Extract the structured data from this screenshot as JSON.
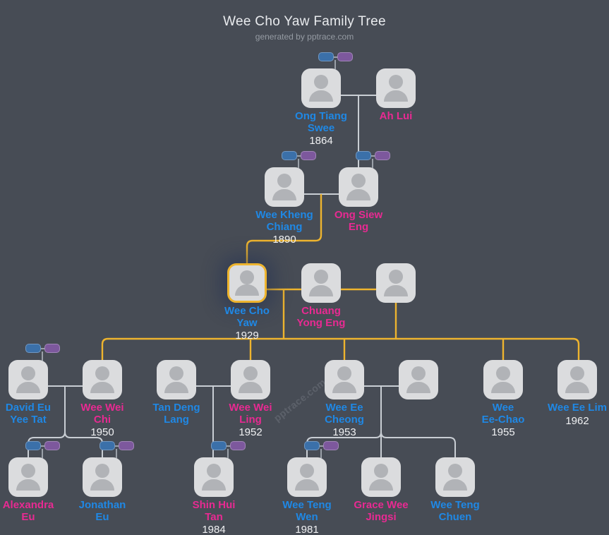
{
  "header": {
    "title": "Wee Cho Yaw Family Tree",
    "subtitle": "generated by pptrace.com"
  },
  "watermark": "pptrace.com",
  "colors": {
    "background": "#474c55",
    "card": "#dbdcde",
    "male_name": "#1f88e5",
    "female_name": "#e82a92",
    "year_text": "#f0f1f3",
    "connector_gray": "#c9ced4",
    "connector_accent": "#eeb42e",
    "father_badge": "#3b70a9",
    "mother_badge": "#7d589d"
  },
  "people": [
    {
      "id": "ong-tiang-swee",
      "name": "Ong Tiang Swee",
      "lines": [
        "Ong Tiang",
        "Swee"
      ],
      "year": "1864",
      "gender": "male",
      "badges": true,
      "highlighted": false
    },
    {
      "id": "ah-lui",
      "name": "Ah Lui",
      "lines": [
        "Ah Lui"
      ],
      "year": "",
      "gender": "female",
      "badges": false,
      "highlighted": false
    },
    {
      "id": "wee-kheng-chiang",
      "name": "Wee Kheng Chiang",
      "lines": [
        "Wee Kheng",
        "Chiang"
      ],
      "year": "1890",
      "gender": "male",
      "badges": true,
      "highlighted": false
    },
    {
      "id": "ong-siew-eng",
      "name": "Ong Siew Eng",
      "lines": [
        "Ong Siew",
        "Eng"
      ],
      "year": "",
      "gender": "female",
      "badges": true,
      "highlighted": false
    },
    {
      "id": "wee-cho-yaw",
      "name": "Wee Cho Yaw",
      "lines": [
        "Wee Cho",
        "Yaw"
      ],
      "year": "1929",
      "gender": "male",
      "badges": false,
      "highlighted": true
    },
    {
      "id": "chuang-yong-eng",
      "name": "Chuang Yong Eng",
      "lines": [
        "Chuang",
        "Yong Eng"
      ],
      "year": "",
      "gender": "female",
      "badges": false,
      "highlighted": false
    },
    {
      "id": "spouse-unnamed-1",
      "name": "",
      "lines": [],
      "year": "",
      "gender": "unknown",
      "badges": false,
      "highlighted": false
    },
    {
      "id": "david-eu-yee-tat",
      "name": "David Eu Yee Tat",
      "lines": [
        "David Eu",
        "Yee Tat"
      ],
      "year": "",
      "gender": "male",
      "badges": true,
      "highlighted": false
    },
    {
      "id": "wee-wei-chi",
      "name": "Wee Wei Chi",
      "lines": [
        "Wee Wei",
        "Chi"
      ],
      "year": "1950",
      "gender": "female",
      "badges": false,
      "highlighted": false
    },
    {
      "id": "tan-deng-lang",
      "name": "Tan Deng Lang",
      "lines": [
        "Tan Deng",
        "Lang"
      ],
      "year": "",
      "gender": "male",
      "badges": false,
      "highlighted": false
    },
    {
      "id": "wee-wei-ling",
      "name": "Wee Wei Ling",
      "lines": [
        "Wee Wei",
        "Ling"
      ],
      "year": "1952",
      "gender": "female",
      "badges": false,
      "highlighted": false
    },
    {
      "id": "wee-ee-cheong",
      "name": "Wee Ee Cheong",
      "lines": [
        "Wee Ee",
        "Cheong"
      ],
      "year": "1953",
      "gender": "male",
      "badges": false,
      "highlighted": false
    },
    {
      "id": "spouse-unnamed-2",
      "name": "",
      "lines": [],
      "year": "",
      "gender": "unknown",
      "badges": false,
      "highlighted": false
    },
    {
      "id": "wee-ee-chao",
      "name": "Wee Ee-Chao",
      "lines": [
        "Wee",
        "Ee-Chao"
      ],
      "year": "1955",
      "gender": "male",
      "badges": false,
      "highlighted": false
    },
    {
      "id": "wee-ee-lim",
      "name": "Wee Ee Lim",
      "lines": [
        "Wee Ee Lim"
      ],
      "year": "1962",
      "gender": "male",
      "badges": false,
      "highlighted": false
    },
    {
      "id": "alexandra-eu",
      "name": "Alexandra Eu",
      "lines": [
        "Alexandra",
        "Eu"
      ],
      "year": "",
      "gender": "female",
      "badges": true,
      "highlighted": false
    },
    {
      "id": "jonathan-eu",
      "name": "Jonathan Eu",
      "lines": [
        "Jonathan",
        "Eu"
      ],
      "year": "",
      "gender": "male",
      "badges": true,
      "highlighted": false
    },
    {
      "id": "shin-hui-tan",
      "name": "Shin Hui Tan",
      "lines": [
        "Shin Hui",
        "Tan"
      ],
      "year": "1984",
      "gender": "female",
      "badges": true,
      "highlighted": false
    },
    {
      "id": "wee-teng-wen",
      "name": "Wee Teng Wen",
      "lines": [
        "Wee Teng",
        "Wen"
      ],
      "year": "1981",
      "gender": "male",
      "badges": true,
      "highlighted": false
    },
    {
      "id": "grace-wee-jingsi",
      "name": "Grace Wee Jingsi",
      "lines": [
        "Grace Wee",
        "Jingsi"
      ],
      "year": "",
      "gender": "female",
      "badges": false,
      "highlighted": false
    },
    {
      "id": "wee-teng-chuen",
      "name": "Wee Teng Chuen",
      "lines": [
        "Wee Teng",
        "Chuen"
      ],
      "year": "",
      "gender": "male",
      "badges": false,
      "highlighted": false
    }
  ]
}
